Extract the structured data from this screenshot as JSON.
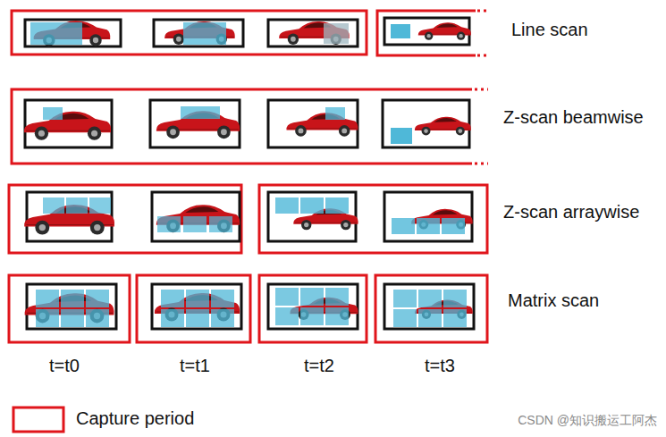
{
  "diagram": {
    "labels": [
      "Line scan",
      "Z-scan beamwise",
      "Z-scan arraywise",
      "Matrix scan",
      "t=t0",
      "t=t1",
      "t=t2",
      "t=t3",
      "CSDN @知识搬运工阿杰"
    ],
    "legend": [
      {
        "text": "Capture period"
      }
    ]
  }
}
